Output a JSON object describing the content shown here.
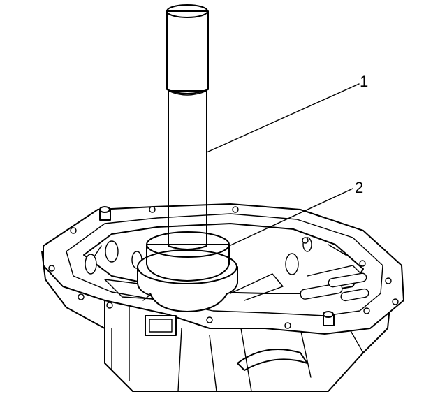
{
  "figure": {
    "callouts": [
      {
        "label": "1",
        "part": "tool-shaft"
      },
      {
        "label": "2",
        "part": "installer-adapter"
      }
    ],
    "colors": {
      "line": "#000000",
      "background": "#ffffff"
    }
  }
}
